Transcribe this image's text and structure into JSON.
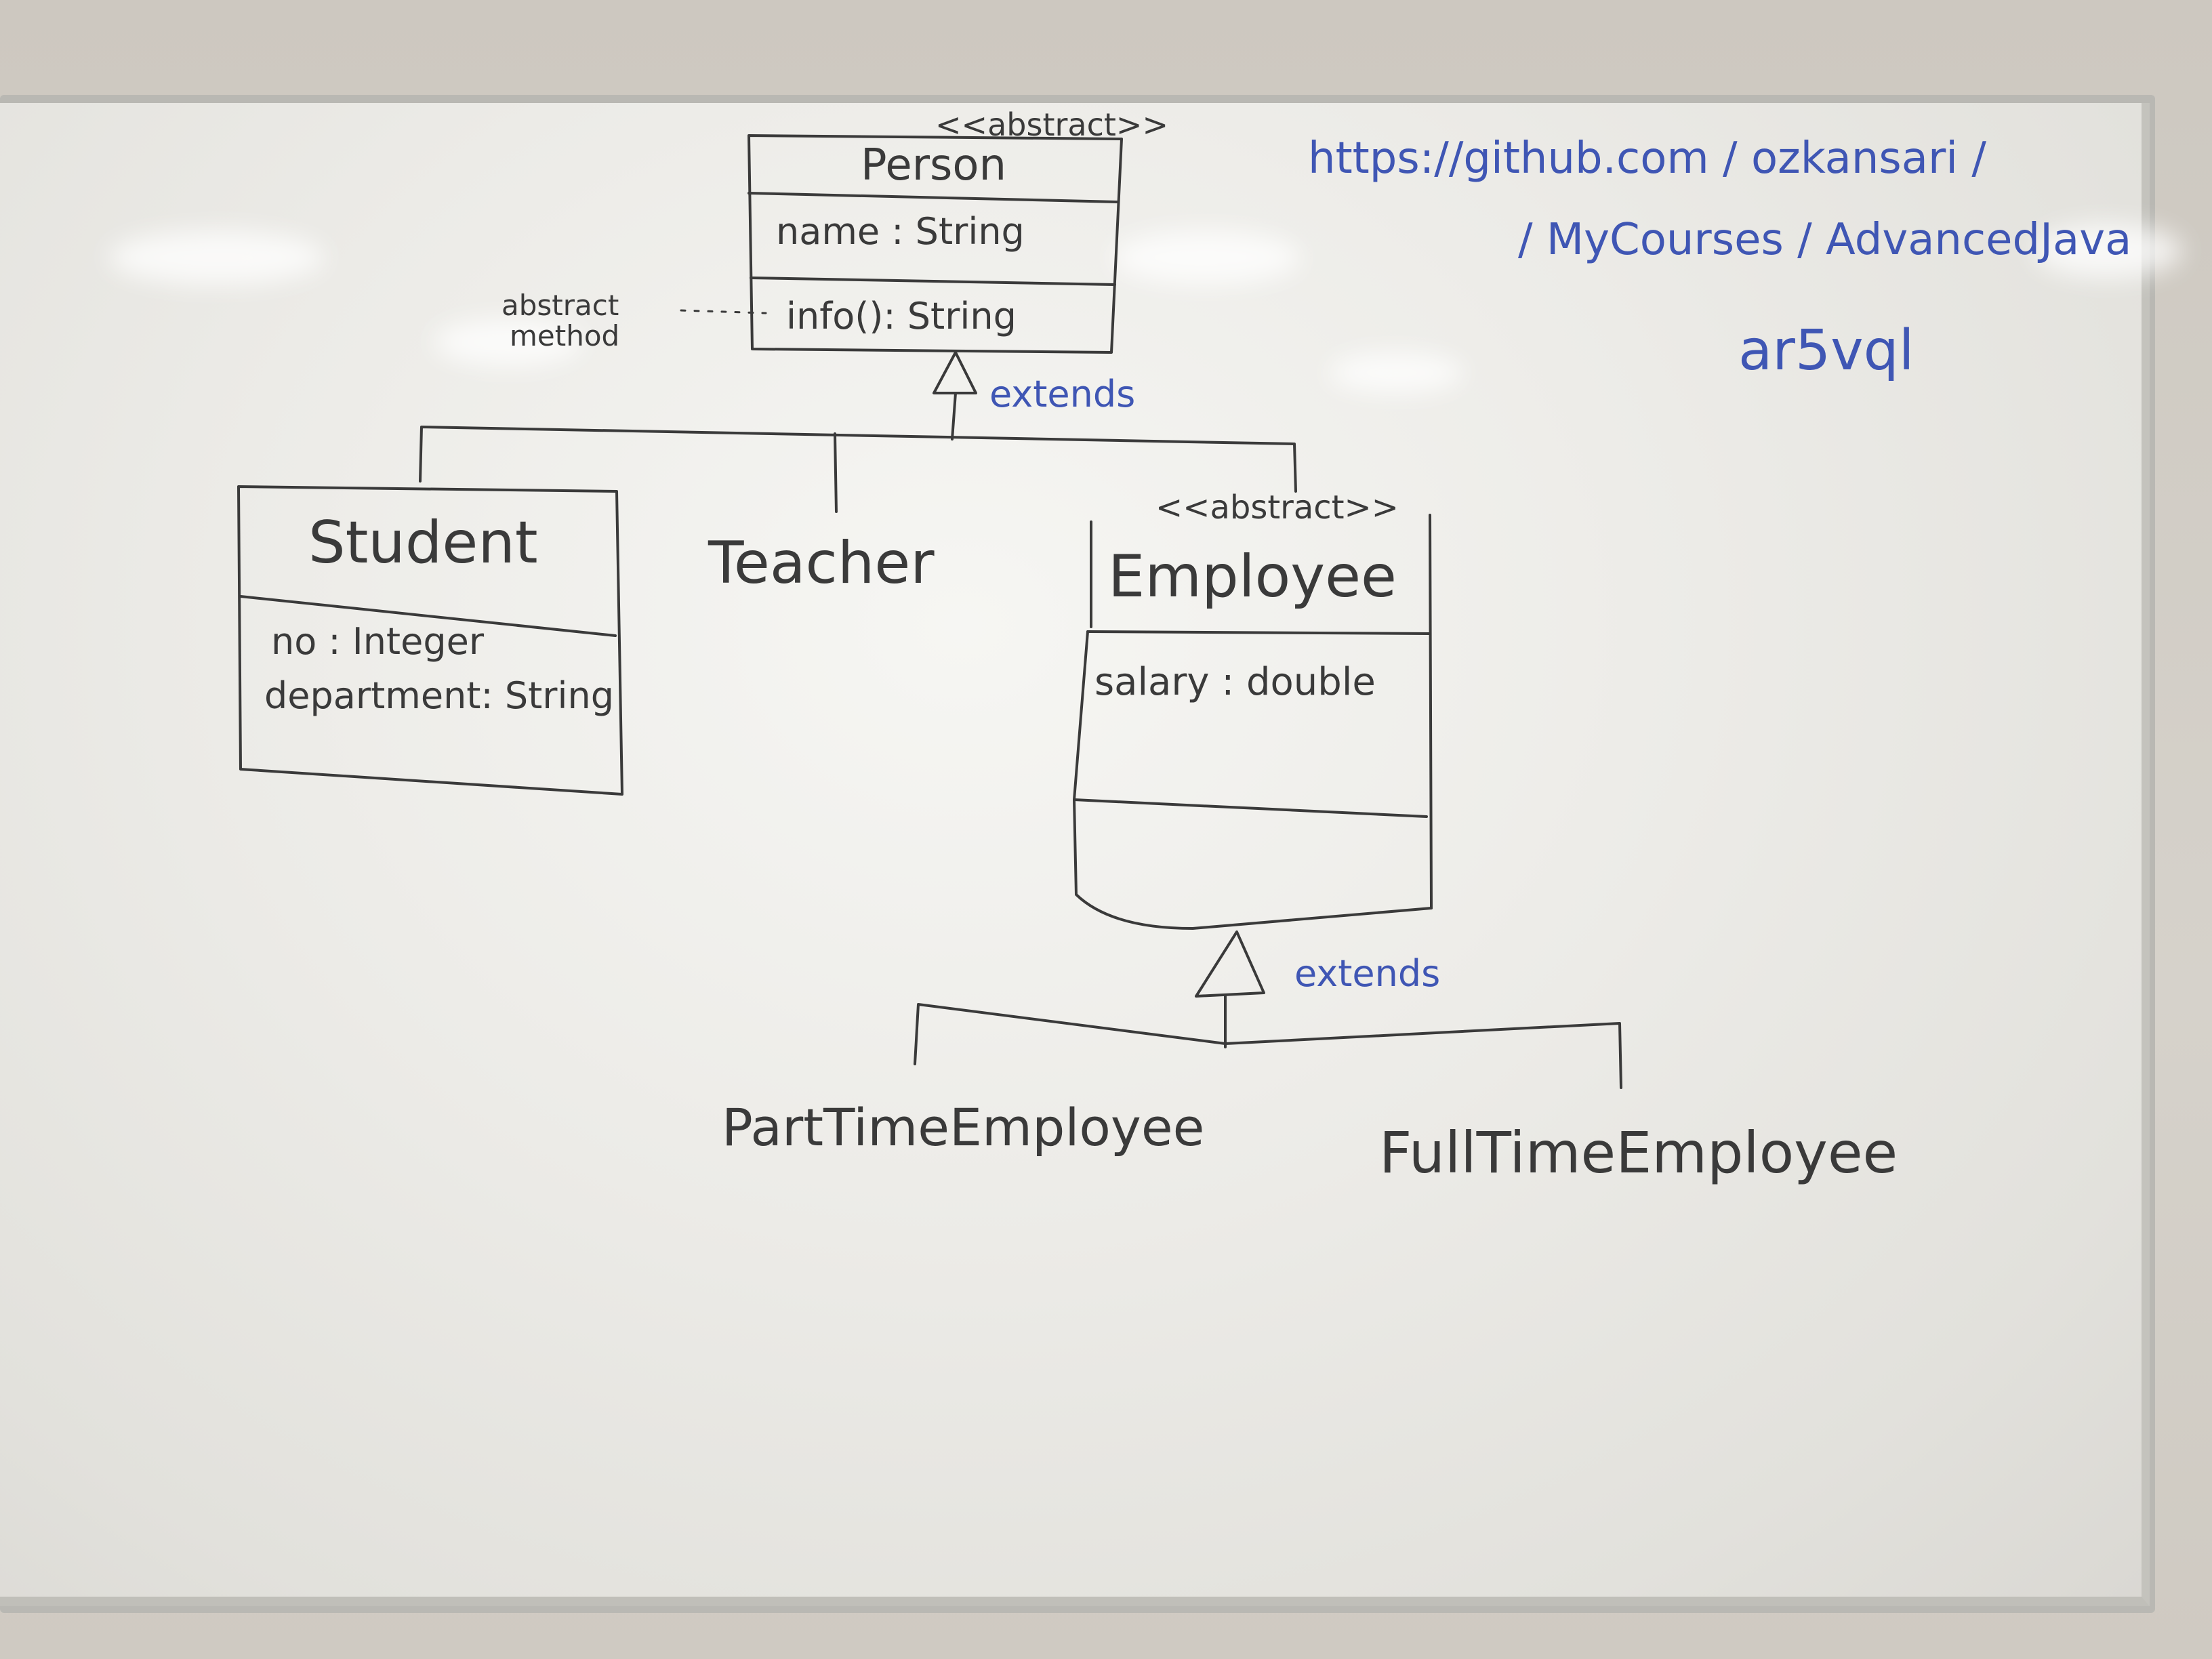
{
  "classes": {
    "person": {
      "stereotype": "<<abstract>>",
      "name": "Person",
      "attribute": "name : String",
      "method": "info(): String",
      "method_note": [
        "abstract",
        "method"
      ]
    },
    "student": {
      "name": "Student",
      "attributes": [
        "no : Integer",
        "department: String"
      ]
    },
    "teacher": {
      "name": "Teacher"
    },
    "employee": {
      "stereotype": "<<abstract>>",
      "name": "Employee",
      "attribute": "salary : double"
    },
    "part_time": {
      "name": "PartTimeEmployee"
    },
    "full_time": {
      "name": "FullTimeEmployee"
    }
  },
  "relations": {
    "extends_top": "extends",
    "extends_bottom": "extends"
  },
  "notes": {
    "url_line1": "https://github.com / ozkansari /",
    "url_line2": "/ MyCourses / AdvancedJava",
    "code": "ar5vql"
  },
  "colors": {
    "marker_black": "#3a3a3a",
    "marker_blue": "#3f56b4",
    "board": "#f0efeb"
  }
}
